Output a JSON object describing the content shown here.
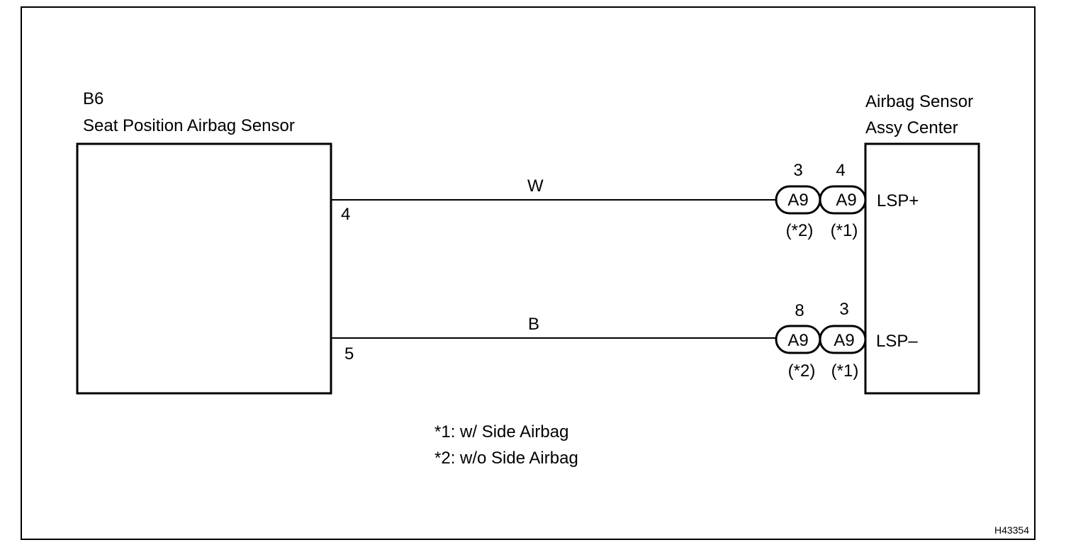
{
  "left_component": {
    "code": "B6",
    "name": "Seat Position Airbag Sensor"
  },
  "right_component": {
    "name_line1": "Airbag Sensor",
    "name_line2": "Assy Center"
  },
  "wires": [
    {
      "color": "W",
      "left_pin": "4",
      "signal": "LSP+",
      "connectors": [
        {
          "pin": "3",
          "label": "A9",
          "note": "(*2)"
        },
        {
          "pin": "4",
          "label": "A9",
          "note": "(*1)"
        }
      ]
    },
    {
      "color": "B",
      "left_pin": "5",
      "signal": "LSP–",
      "connectors": [
        {
          "pin": "8",
          "label": "A9",
          "note": "(*2)"
        },
        {
          "pin": "3",
          "label": "A9",
          "note": "(*1)"
        }
      ]
    }
  ],
  "footnotes": {
    "note1": "*1: w/ Side Airbag",
    "note2": "*2: w/o Side Airbag"
  },
  "figure_id": "H43354"
}
